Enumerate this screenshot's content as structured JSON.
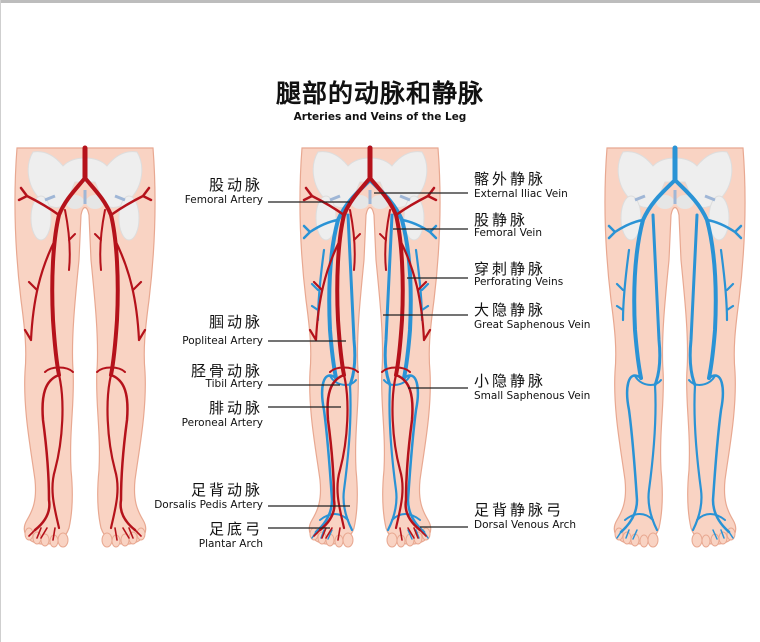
{
  "title": {
    "cn": "腿部的动脉和静脉",
    "en": "Arteries and Veins of the Leg"
  },
  "colors": {
    "skin": "#f9d3c3",
    "skin_outline": "#e8a891",
    "bone": "#eeeeee",
    "artery": "#b5121b",
    "vein": "#2a93d5",
    "leader_line": "#222222"
  },
  "panels": [
    {
      "name": "arteries-only",
      "shows": [
        "artery"
      ]
    },
    {
      "name": "arteries-and-veins",
      "shows": [
        "artery",
        "vein"
      ]
    },
    {
      "name": "veins-only",
      "shows": [
        "vein"
      ]
    }
  ],
  "labels": {
    "left": [
      {
        "cn": "股动脉",
        "en": "Femoral Artery"
      },
      {
        "cn": "腘动脉",
        "en": "Popliteal Artery"
      },
      {
        "cn": "胫骨动脉",
        "en": "Tibil Artery"
      },
      {
        "cn": "腓动脉",
        "en": "Peroneal Artery"
      },
      {
        "cn": "足背动脉",
        "en": "Dorsalis Pedis Artery"
      },
      {
        "cn": "足底弓",
        "en": "Plantar Arch"
      }
    ],
    "right": [
      {
        "cn": "髂外静脉",
        "en": "External Iliac Vein"
      },
      {
        "cn": "股静脉",
        "en": "Femoral Vein"
      },
      {
        "cn": "穿刺静脉",
        "en": "Perforating Veins"
      },
      {
        "cn": "大隐静脉",
        "en": "Great Saphenous Vein"
      },
      {
        "cn": "小隐静脉",
        "en": "Small Saphenous Vein"
      },
      {
        "cn": "足背静脉弓",
        "en": "Dorsal Venous Arch"
      }
    ]
  }
}
